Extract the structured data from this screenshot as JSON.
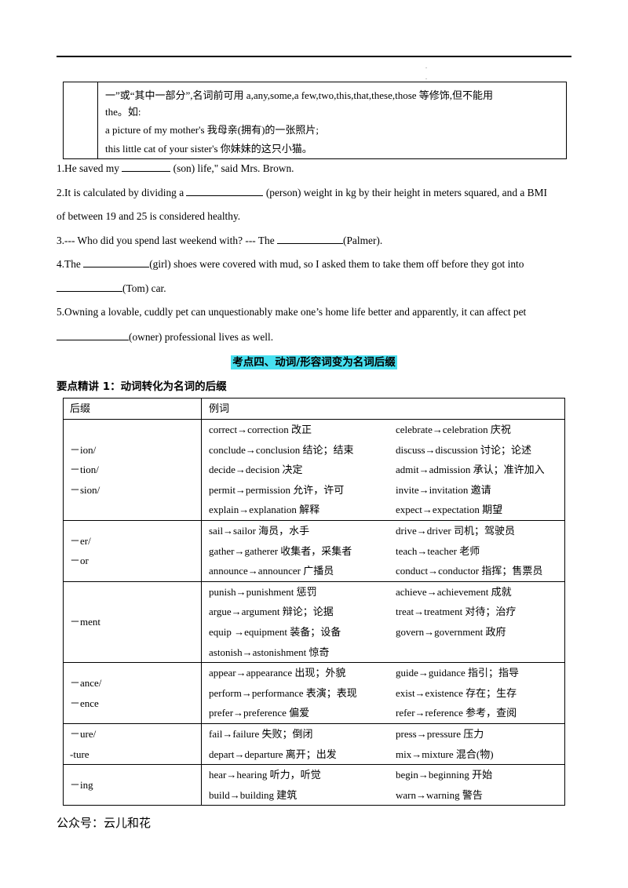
{
  "box": {
    "line1": "一”或“其中一部分”,名词前可用 a,any,some,a few,two,this,that,these,those  等修饰,但不能用",
    "line2": "the。如:",
    "line3": "a picture of my mother's 我母亲(拥有)的一张照片;",
    "line4": "this little cat of your sister's 你妹妹的这只小猫。"
  },
  "exercises": {
    "q1_pre": "1.He saved my ",
    "q1_post": " (son) life,\" said Mrs. Brown.",
    "q2_pre": "2.It is calculated by dividing a ",
    "q2_post": " (person) weight in kg by their height in meters squared, and a BMI",
    "q2_line2": "of between 19 and 25 is considered healthy.",
    "q3_pre": "3.--- Who did you spend last weekend with? --- The ",
    "q3_post": "(Palmer).",
    "q4_pre": "4.The ",
    "q4_post": "(girl) shoes were covered with mud, so I asked them to take them off before they got into",
    "q4_line2_post": "(Tom) car.",
    "q5_line1": "5.Owning a lovable, cuddly pet can unquestionably make one’s home life better and apparently, it can affect pet",
    "q5_line2_post": "(owner) professional lives as well."
  },
  "section_title": "考点四、动词/形容词变为名词后缀",
  "subtitle": "要点精讲 1：动词转化为名词的后缀",
  "table": {
    "header_suffix": "后缀",
    "header_examples": "例词",
    "groups": [
      {
        "suffixes": [
          "－ion/",
          "－tion/",
          "－sion/"
        ],
        "rows": [
          [
            "correct→correction 改正",
            "celebrate→celebration 庆祝"
          ],
          [
            "conclude→conclusion 结论；结束",
            "discuss→discussion 讨论；论述"
          ],
          [
            "decide→decision 决定",
            "admit→admission 承认；准许加入"
          ],
          [
            "permit→permission 允许，许可",
            "invite→invitation 邀请"
          ],
          [
            "explain→explanation 解释",
            "expect→expectation 期望"
          ]
        ]
      },
      {
        "suffixes": [
          "－er/",
          "－or"
        ],
        "rows": [
          [
            "sail→sailor 海员，水手",
            "drive→driver 司机；驾驶员"
          ],
          [
            "gather→gatherer 收集者，采集者",
            "teach→teacher 老师"
          ],
          [
            "announce→announcer 广播员",
            "conduct→conductor 指挥；售票员"
          ]
        ]
      },
      {
        "suffixes": [
          "－ment"
        ],
        "rows": [
          [
            "punish→punishment 惩罚",
            "achieve→achievement 成就"
          ],
          [
            "argue→argument 辩论；论据",
            "treat→treatment 对待；治疗"
          ],
          [
            "equip →equipment 装备；设备",
            "govern→government 政府"
          ],
          [
            "astonish→astonishment 惊奇",
            ""
          ]
        ]
      },
      {
        "suffixes": [
          "－ance/",
          "－ence"
        ],
        "rows": [
          [
            "appear→appearance 出现；外貌",
            "guide→guidance 指引；指导"
          ],
          [
            "perform→performance 表演；表现",
            "exist→existence 存在；生存"
          ],
          [
            "prefer→preference 偏爱",
            "refer→reference 参考，查阅"
          ]
        ]
      },
      {
        "suffixes": [
          "－ure/",
          "-ture"
        ],
        "rows": [
          [
            "fail→failure 失败；倒闭",
            "press→pressure 压力"
          ],
          [
            "depart→departure 离开；出发",
            "mix→mixture 混合(物)"
          ]
        ]
      },
      {
        "suffixes": [
          "－ing"
        ],
        "rows": [
          [
            "hear→hearing 听力，听觉",
            "begin→beginning 开始"
          ],
          [
            "build→building 建筑",
            "warn→warning  警告"
          ]
        ]
      }
    ]
  },
  "footer": "公众号：云儿和花"
}
